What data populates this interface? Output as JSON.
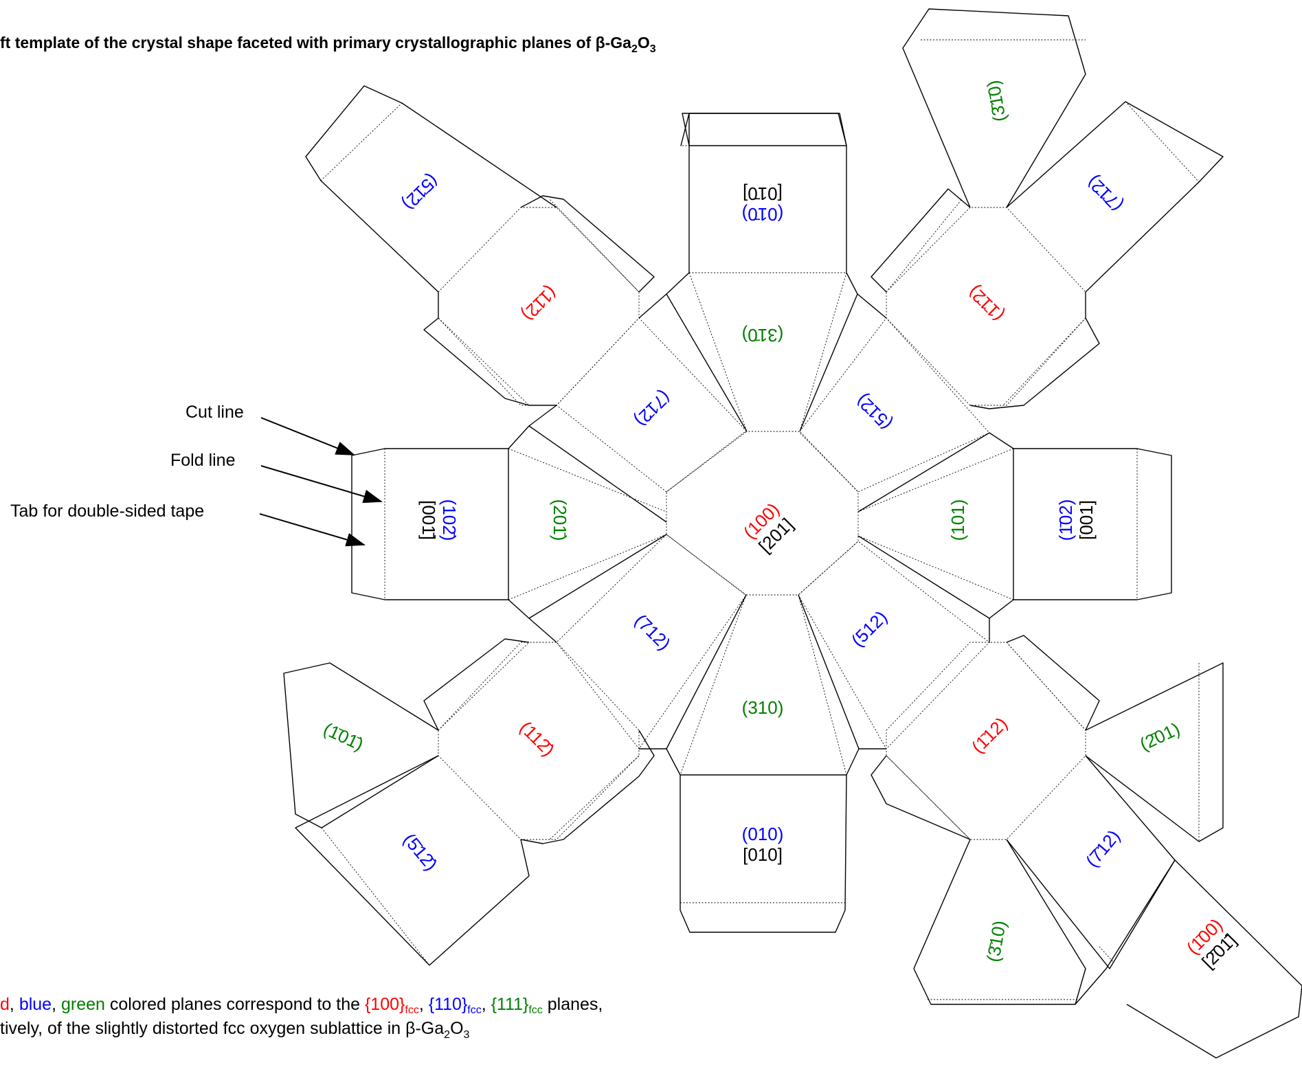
{
  "title": {
    "text": "ft template of the crystal shape faceted with primary crystallographic planes of β-Ga",
    "sub1": "2",
    "mid": "O",
    "sub2": "3"
  },
  "legend": {
    "cut": "Cut line",
    "fold": "Fold line",
    "tab": "Tab for double-sided tape"
  },
  "note": {
    "red": "d",
    "comma1": ", ",
    "blue": "blue",
    "comma2": ", ",
    "green": "green",
    "mid": " colored planes correspond to the ",
    "fam1": "{100}",
    "fam2": "{110}",
    "fam3": "{111}",
    "fcc": "fcc",
    "sep": ", ",
    "end": " planes,",
    "line2": "tively, of the slightly distorted fcc oxygen sublattice in β-Ga",
    "line2_sub1": "2",
    "line2_mid": "O",
    "line2_sub2": "3"
  },
  "colors": {
    "red": "#ff0000",
    "blue": "#0000ff",
    "green": "#008000",
    "black": "#000000"
  },
  "faces": [
    {
      "id": "face-100",
      "text": "(100)",
      "color": "red",
      "text2": "[201]",
      "color2": "black"
    },
    {
      "id": "face-310-top",
      "text": "(31̄0)",
      "color": "green",
      "flip": true
    },
    {
      "id": "face-0-10",
      "text": "(01̄0)",
      "color": "blue",
      "text2": "[01̄0]",
      "color2": "black",
      "flip": true
    },
    {
      "id": "face-010",
      "text": "(010)",
      "color": "blue",
      "text2": "[010]",
      "color2": "black"
    },
    {
      "id": "face-310",
      "text": "(310)",
      "color": "green"
    },
    {
      "id": "face-20-1",
      "text": "(201̄)",
      "color": "green"
    },
    {
      "id": "face-101",
      "text": "(101)",
      "color": "green"
    },
    {
      "id": "face-10-2",
      "text": "(102̄)",
      "color": "blue",
      "text2": "[001̄]",
      "color2": "black"
    },
    {
      "id": "face-m102",
      "text": "(1̄02)",
      "color": "blue",
      "text2": "[001]",
      "color2": "black"
    },
    {
      "id": "face-71-2",
      "text": "(71̄2)",
      "color": "blue"
    },
    {
      "id": "face-51-2",
      "text": "(51̄2)",
      "color": "blue"
    },
    {
      "id": "face-712",
      "text": "(712)",
      "color": "blue"
    },
    {
      "id": "face-512",
      "text": "(512)",
      "color": "blue"
    },
    {
      "id": "face-11-2",
      "text": "(11̄2)",
      "color": "red"
    },
    {
      "id": "face-m1-12",
      "text": "(1̄1̄2)",
      "color": "red"
    },
    {
      "id": "face-112",
      "text": "(112̄)",
      "color": "red"
    },
    {
      "id": "face-m112",
      "text": "(1̄12)",
      "color": "red"
    },
    {
      "id": "face-51-2-top",
      "text": "(5̄1̄2)",
      "color": "blue"
    },
    {
      "id": "face-71-2-top",
      "text": "(7̄1̄2)",
      "color": "blue"
    },
    {
      "id": "face-3-10-top",
      "text": "(3̄1̄0)",
      "color": "green"
    },
    {
      "id": "face-m10-1",
      "text": "(1̄01̄)",
      "color": "green"
    },
    {
      "id": "face-m512",
      "text": "(5̄12̄)",
      "color": "blue"
    },
    {
      "id": "face-m201",
      "text": "(2̄01)",
      "color": "green"
    },
    {
      "id": "face-m712",
      "text": "(7̄12)",
      "color": "blue"
    },
    {
      "id": "face-m310",
      "text": "(3̄10)",
      "color": "green"
    },
    {
      "id": "face-m100",
      "text": "(1̄00)",
      "color": "red",
      "text2": "[2̄01̄]",
      "color2": "black"
    }
  ]
}
